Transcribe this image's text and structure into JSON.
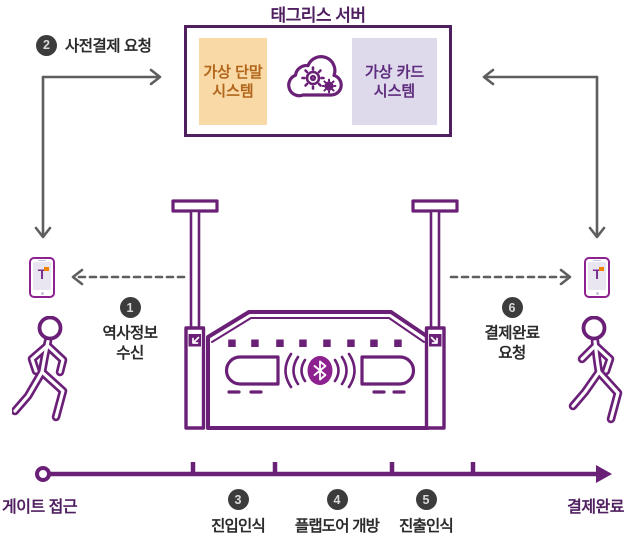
{
  "colors": {
    "purple": "#6B2077",
    "deep-purple": "#4F1F60",
    "magenta": "#8E2190",
    "orange-bg": "#F9D9A6",
    "orange-text": "#B2661C",
    "lavender-bg": "#DFDAEB",
    "lavender-text": "#5E2C7E",
    "chip-bg": "#3C3C3C",
    "chip-text": "#D9D9D9",
    "ink": "#2B2B2B",
    "arrow-gray": "#5E5E5E",
    "phone-accent": "#F08300"
  },
  "server": {
    "title": "태그리스 서버",
    "virtual_terminal": {
      "line1": "가상 단말",
      "line2": "시스템"
    },
    "virtual_card": {
      "line1": "가상 카드",
      "line2": "시스템"
    }
  },
  "steps": {
    "s1": {
      "num": "1",
      "line1": "역사정보",
      "line2": "수신"
    },
    "s2": {
      "num": "2",
      "label": "사전결제 요청"
    },
    "s3": {
      "num": "3",
      "label": "진입인식"
    },
    "s4": {
      "num": "4",
      "label": "플랩도어 개방"
    },
    "s5": {
      "num": "5",
      "label": "진출인식"
    },
    "s6": {
      "num": "6",
      "line1": "결제완료",
      "line2": "요청"
    }
  },
  "timeline": {
    "start_label": "게이트 접근",
    "end_label": "결제완료"
  },
  "phone": {
    "logo": "T"
  },
  "icons": {
    "cloud": "cloud-gears-icon",
    "bluetooth": "bluetooth-signal-icon",
    "gate": "tagless-gate-illustration",
    "phone": "smartphone-t-logo-icon",
    "person_left": "walking-person-entering-icon",
    "person_right": "walking-person-exiting-icon"
  }
}
